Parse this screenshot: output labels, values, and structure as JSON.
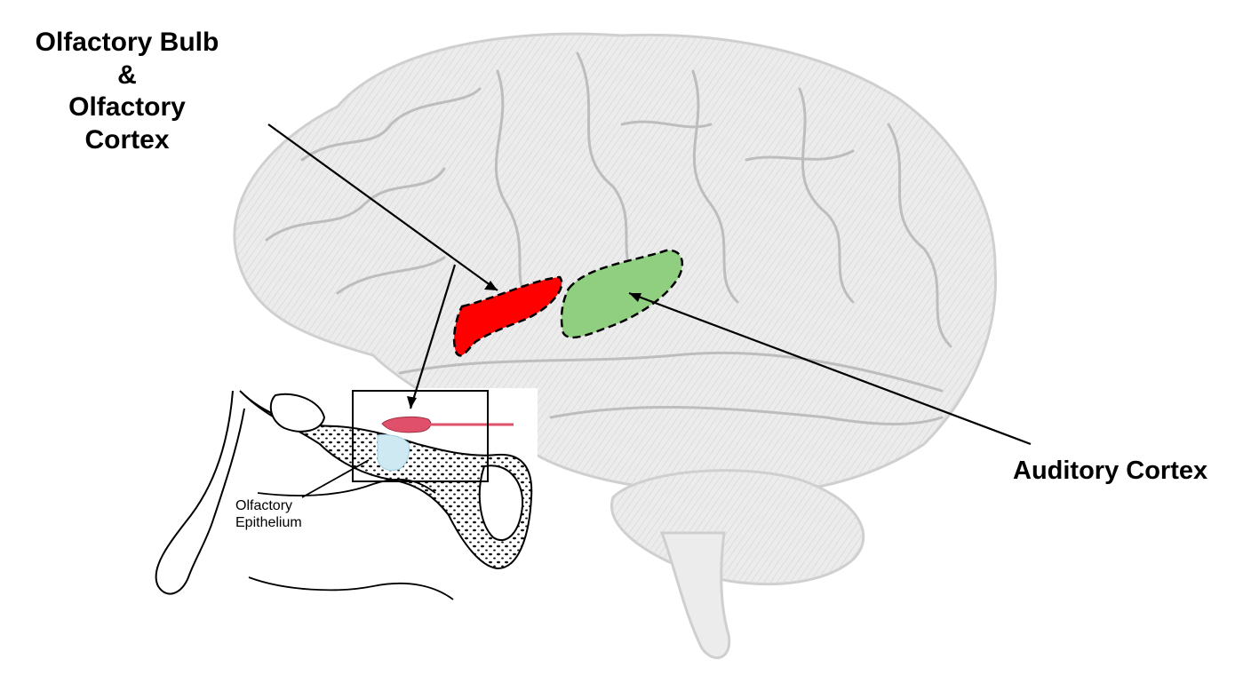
{
  "labels": {
    "olfactory_line1": "Olfactory Bulb",
    "olfactory_line2": "&",
    "olfactory_line3": "Olfactory",
    "olfactory_line4": "Cortex",
    "auditory": "Auditory Cortex",
    "epithelium_line1": "Olfactory",
    "epithelium_line2": "Epithelium"
  },
  "colors": {
    "olfactory_region": "#ff0000",
    "auditory_region": "#8fcf7f",
    "brain_fill": "#ececec",
    "brain_lines": "#c9c9c9",
    "bulb": "#e0506a"
  }
}
